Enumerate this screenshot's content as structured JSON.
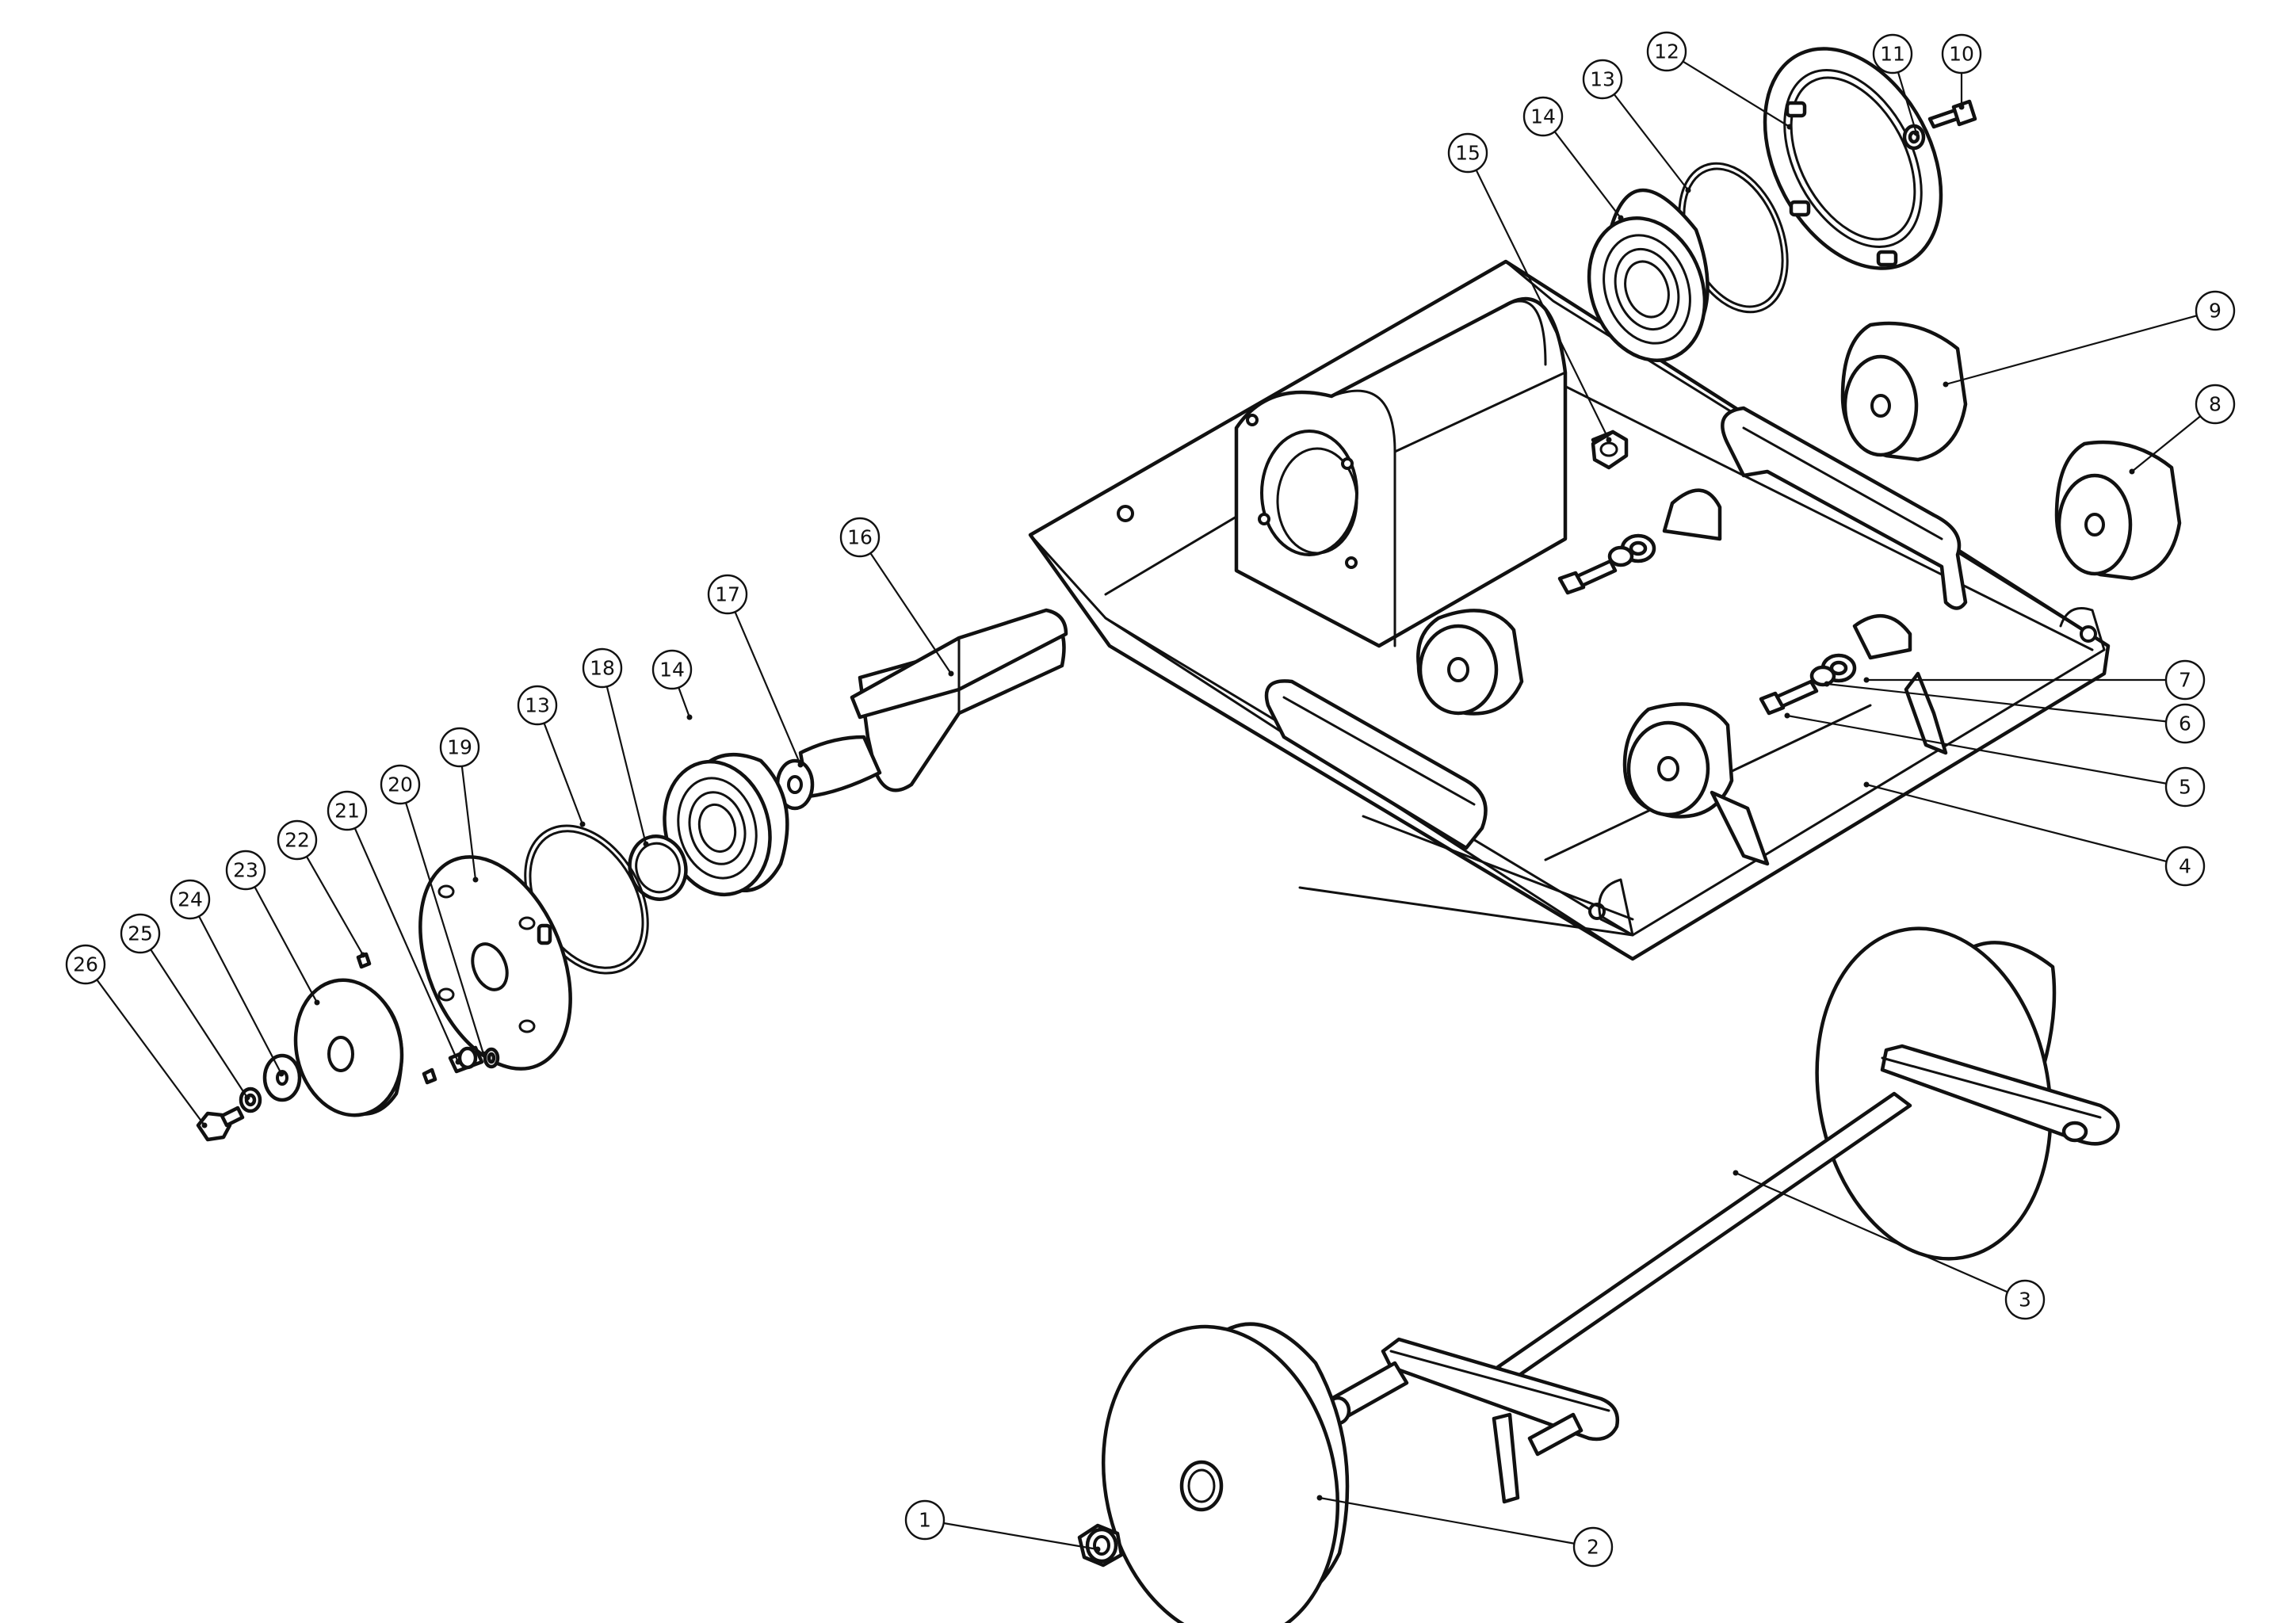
{
  "callouts": [
    {
      "label": "1"
    },
    {
      "label": "2"
    },
    {
      "label": "3"
    },
    {
      "label": "4"
    },
    {
      "label": "5"
    },
    {
      "label": "6"
    },
    {
      "label": "7"
    },
    {
      "label": "8"
    },
    {
      "label": "9"
    },
    {
      "label": "10"
    },
    {
      "label": "11"
    },
    {
      "label": "12"
    },
    {
      "label": "13"
    },
    {
      "label": "14"
    },
    {
      "label": "15"
    },
    {
      "label": "16"
    },
    {
      "label": "17"
    },
    {
      "label": "14"
    },
    {
      "label": "18"
    },
    {
      "label": "13"
    },
    {
      "label": "19"
    },
    {
      "label": "20"
    },
    {
      "label": "21"
    },
    {
      "label": "22"
    },
    {
      "label": "23"
    },
    {
      "label": "24"
    },
    {
      "label": "25"
    },
    {
      "label": "26"
    }
  ],
  "colors": {
    "line": "#111111",
    "background": "#ffffff"
  }
}
